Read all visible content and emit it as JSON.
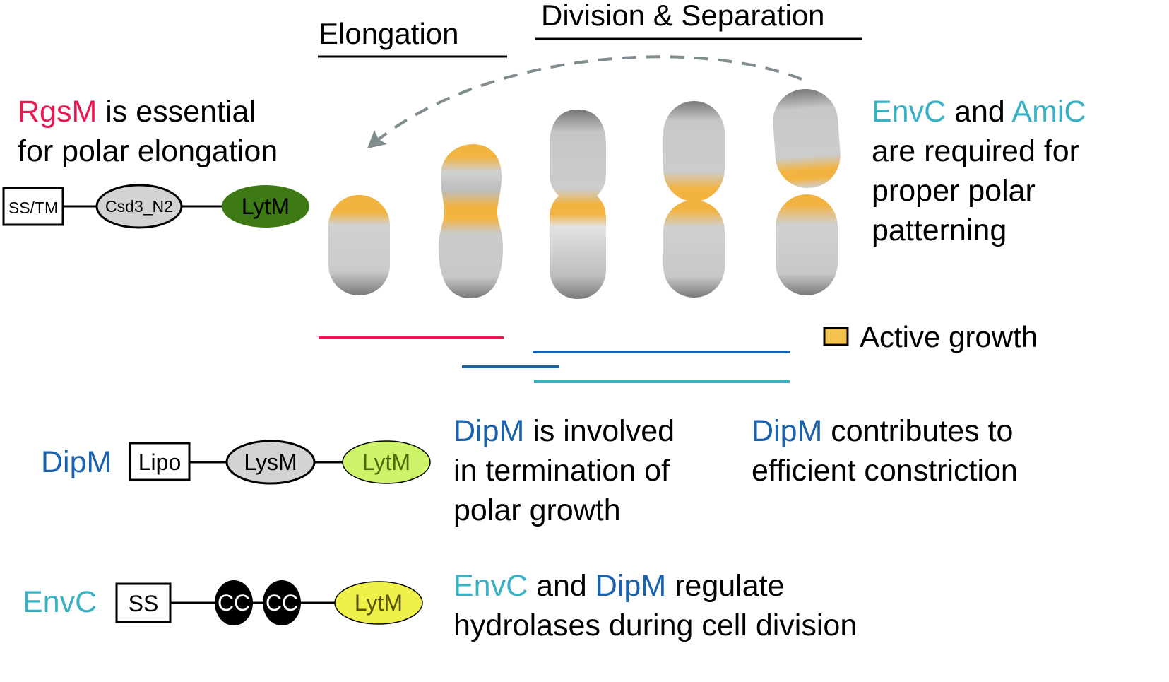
{
  "phases": {
    "elongation": "Elongation",
    "division": "Division & Separation"
  },
  "rgsm": {
    "name": "RgsM",
    "text1": " is essential",
    "text2": "for polar elongation"
  },
  "envc_amic": {
    "envc": "EnvC",
    "and": " and ",
    "amic": "AmiC",
    "line2": "are required for",
    "line3": "proper polar",
    "line4": "patterning"
  },
  "legend": {
    "label": "Active growth"
  },
  "domains": {
    "rgsm": {
      "ss_tm": "SS/TM",
      "csd3": "Csd3_N2",
      "lytm": "LytM"
    },
    "dipm": {
      "name": "DipM",
      "lipo": "Lipo",
      "lysm": "LysM",
      "lytm": "LytM"
    },
    "envc": {
      "name": "EnvC",
      "ss": "SS",
      "cc1": "CC",
      "cc2": "CC",
      "lytm": "LytM"
    }
  },
  "dipm_term": {
    "name": "DipM",
    "rest1": " is involved",
    "line2": "in termination of",
    "line3": "polar growth"
  },
  "dipm_constr": {
    "name": "DipM",
    "rest1": " contributes to",
    "line2": "efficient constriction"
  },
  "envc_dipm": {
    "envc": "EnvC",
    "and": " and ",
    "dipm": "DipM",
    "rest1": " regulate",
    "line2": "hydrolases during cell division"
  },
  "colors": {
    "rgsm": "#e8174f",
    "dipm": "#1a61ae",
    "envc": "#39b1c4",
    "growth": "#f3b340",
    "lytm_dark": "#3d7a13",
    "lytm_light": "#cdf36b",
    "lytm_yellow": "#f0f04a",
    "grey": "#cbcbcb"
  }
}
